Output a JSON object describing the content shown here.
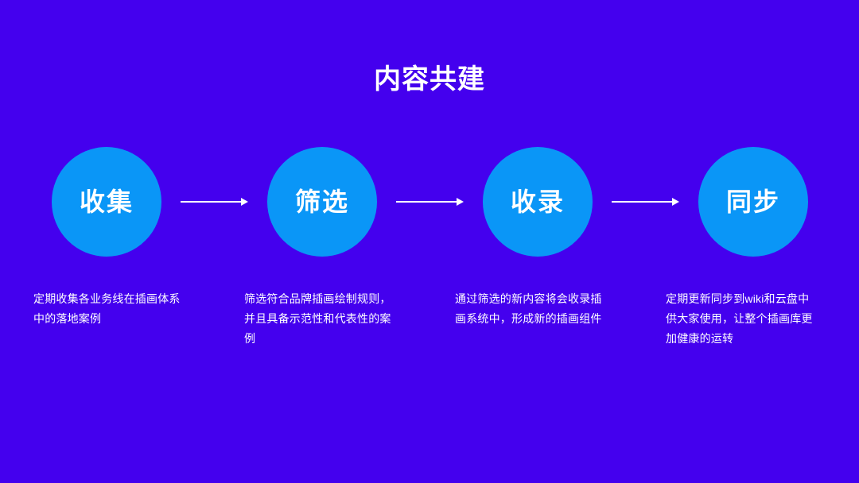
{
  "slide": {
    "title": "内容共建",
    "background_color": "#4400ee",
    "circle_color": "#0a96f7",
    "text_color": "#ffffff",
    "arrow_color": "#ffffff"
  },
  "steps": [
    {
      "label": "收集",
      "caption": "定期收集各业务线在插画体系中的落地案例",
      "arrow_after": true
    },
    {
      "label": "筛选",
      "caption": "筛选符合品牌插画绘制规则，并且具备示范性和代表性的案例",
      "arrow_after": true
    },
    {
      "label": "收录",
      "caption": "通过筛选的新内容将会收录插画系统中，形成新的插画组件",
      "arrow_after": true
    },
    {
      "label": "同步",
      "caption": "定期更新同步到wiki和云盘中供大家使用，让整个插画库更加健康的运转",
      "arrow_after": false
    }
  ],
  "icons": {
    "arrow_right": "arrow-right-icon"
  }
}
